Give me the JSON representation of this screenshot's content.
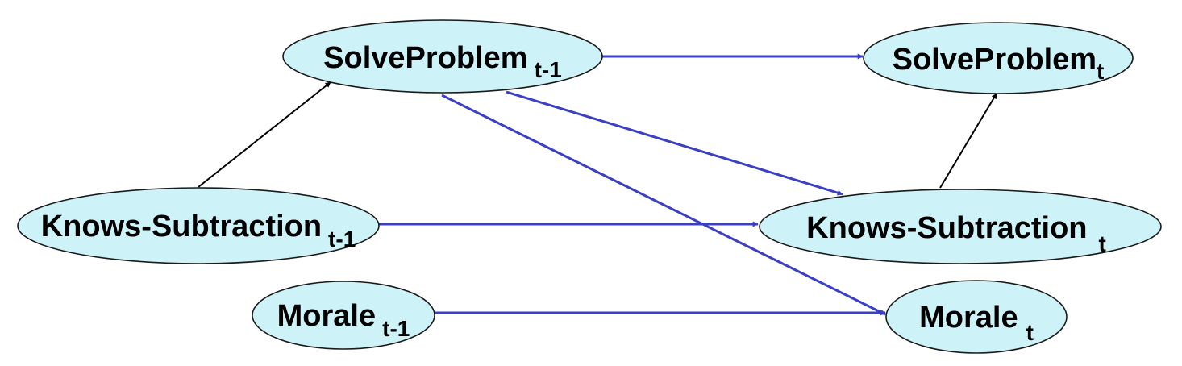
{
  "colors": {
    "node_fill": "#cdf3f9",
    "node_stroke": "#1a1a1a",
    "temporal_edge": "#3b3fc4",
    "causal_edge": "#000000",
    "background": "#ffffff"
  },
  "nodes": {
    "solve_prev": {
      "label": "SolveProblem",
      "sub": "t-1"
    },
    "solve_curr": {
      "label": "SolveProblem",
      "sub": "t"
    },
    "knows_prev": {
      "label": "Knows-Subtraction",
      "sub": "t-1"
    },
    "knows_curr": {
      "label": "Knows-Subtraction",
      "sub": "t"
    },
    "morale_prev": {
      "label": "Morale",
      "sub": "t-1"
    },
    "morale_curr": {
      "label": "Morale",
      "sub": "t"
    }
  },
  "edges": [
    {
      "from": "solve_prev",
      "to": "solve_curr",
      "kind": "temporal"
    },
    {
      "from": "solve_prev",
      "to": "knows_curr",
      "kind": "temporal"
    },
    {
      "from": "solve_prev",
      "to": "morale_curr",
      "kind": "temporal"
    },
    {
      "from": "knows_prev",
      "to": "knows_curr",
      "kind": "temporal"
    },
    {
      "from": "morale_prev",
      "to": "morale_curr",
      "kind": "temporal"
    },
    {
      "from": "knows_prev",
      "to": "solve_prev",
      "kind": "causal"
    },
    {
      "from": "knows_curr",
      "to": "solve_curr",
      "kind": "causal"
    }
  ]
}
